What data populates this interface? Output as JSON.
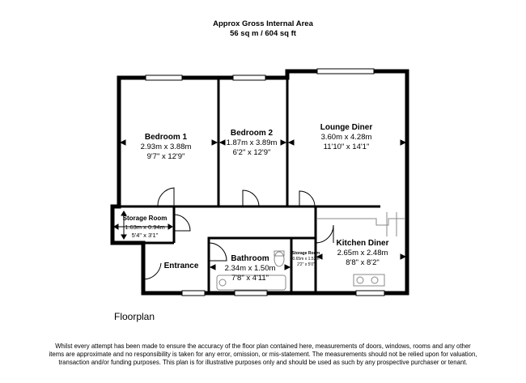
{
  "header": {
    "line1": "Approx Gross Internal Area",
    "line2": "56 sq m / 604 sq ft"
  },
  "rooms": {
    "bedroom1": {
      "name": "Bedroom 1",
      "metric": "2.93m x 3.88m",
      "imperial": "9'7\" x 12'9\""
    },
    "bedroom2": {
      "name": "Bedroom 2",
      "metric": "1.87m x 3.89m",
      "imperial": "6'2\" x 12'9\""
    },
    "lounge": {
      "name": "Lounge Diner",
      "metric": "3.60m x 4.28m",
      "imperial": "11'10\" x 14'1\""
    },
    "storage1": {
      "name": "Storage Room",
      "metric": "1.63m x 0.94m",
      "imperial": "5'4\" x 3'1\""
    },
    "entrance": {
      "name": "Entrance"
    },
    "bathroom": {
      "name": "Bathroom",
      "metric": "2.34m x 1.50m",
      "imperial": "7'8\" x 4'11\""
    },
    "storage2": {
      "name": "Storage Room",
      "metric": "0.65m x 1.53m",
      "imperial": "2'2\" x 5'0\""
    },
    "kitchen": {
      "name": "Kitchen Diner",
      "metric": "2.65m x 2.48m",
      "imperial": "8'8\" x 8'2\""
    }
  },
  "footer": {
    "label": "Floorplan",
    "disclaimer": "Whilst every attempt has been made to ensure the accuracy of the floor plan contained here, measurements of doors, windows, rooms and any other items are approximate and no responsibility is taken for any error, omission, or mis-statement. The measurements should not be relied upon for valuation, transaction and/or funding purposes. This plan is for illustrative purposes only and should be used as such by any prospective purchaser or tenant."
  },
  "colors": {
    "wall": "#000000",
    "fixture": "#888888",
    "background": "#ffffff"
  }
}
